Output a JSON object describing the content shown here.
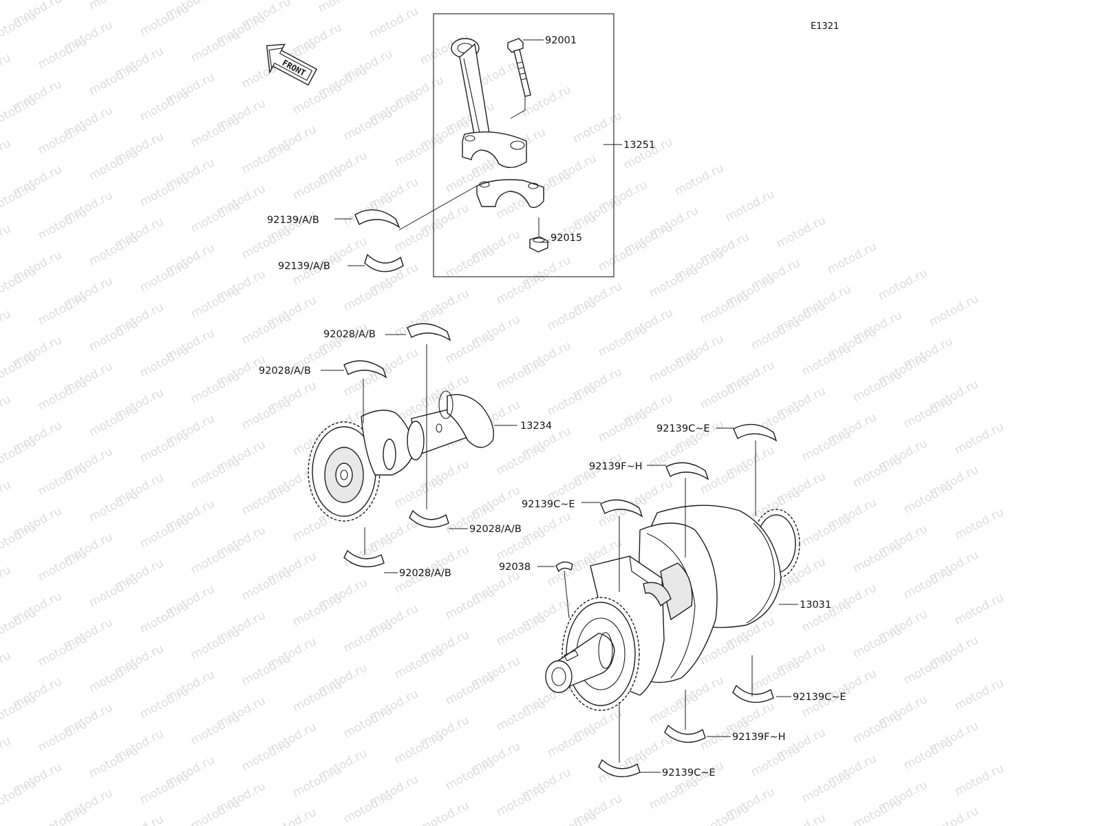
{
  "diagram": {
    "code": "E1321",
    "front_label": "FRONT",
    "watermark": "motod.ru",
    "colors": {
      "ink": "#1a1a1a",
      "shading": "#e8e8e8",
      "watermark": "#dcdcdc"
    }
  },
  "parts": {
    "p92001": "92001",
    "p13251": "13251",
    "p92139ab_1": "92139/A/B",
    "p92139ab_2": "92139/A/B",
    "p92015": "92015",
    "p92028ab_1": "92028/A/B",
    "p92028ab_2": "92028/A/B",
    "p13234": "13234",
    "p92028ab_3": "92028/A/B",
    "p92028ab_4": "92028/A/B",
    "p92139ce_1": "92139C~E",
    "p92139fh_1": "92139F~H",
    "p92139ce_2": "92139C~E",
    "p92038": "92038",
    "p13031": "13031",
    "p92139ce_3": "92139C~E",
    "p92139fh_2": "92139F~H",
    "p92139ce_4": "92139C~E"
  }
}
